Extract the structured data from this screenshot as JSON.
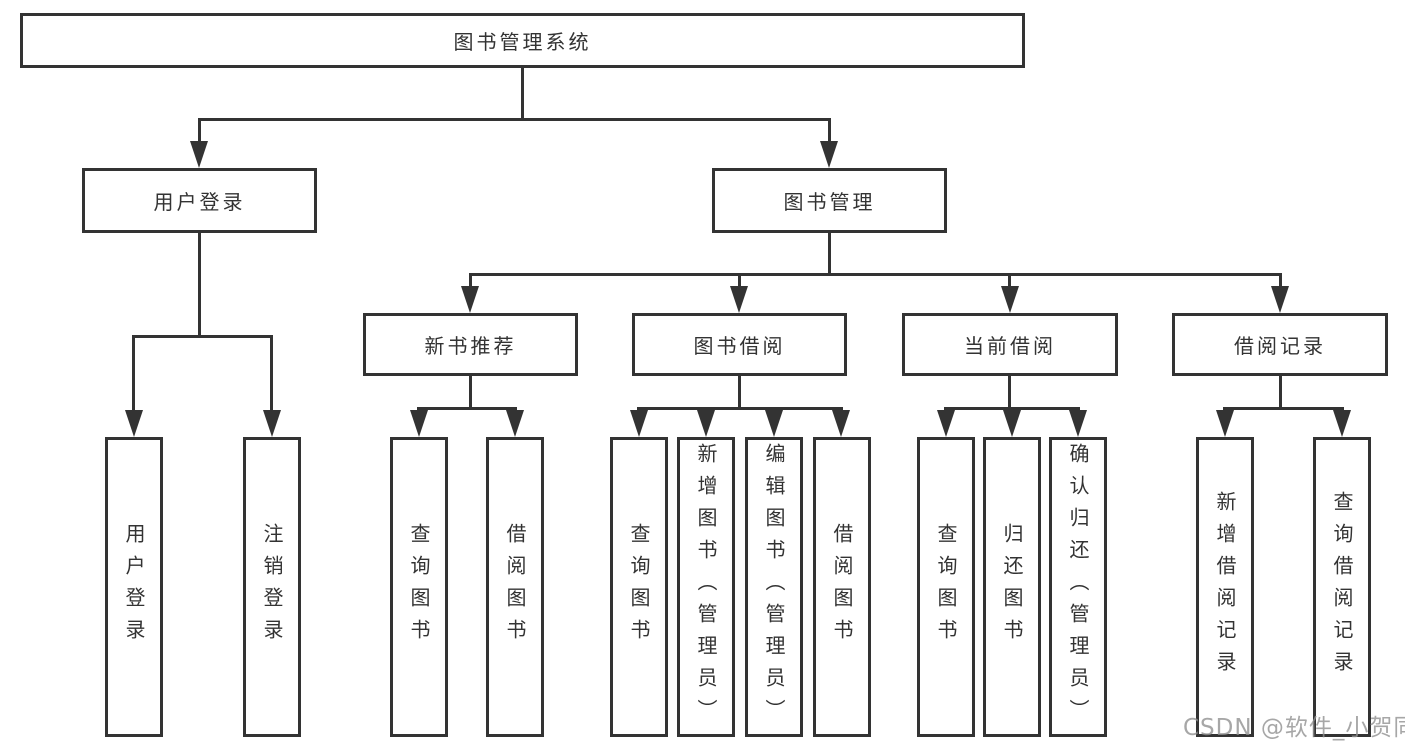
{
  "watermark": {
    "text": "CSDN @软件_小贺同学"
  },
  "colors": {
    "line": "#333333",
    "text": "#333333",
    "background": "#ffffff",
    "watermark": "#919191"
  },
  "tree": {
    "root": {
      "label": "图书管理系统"
    },
    "branches": [
      {
        "label": "用户登录",
        "children": [
          {
            "label": "用户登录"
          },
          {
            "label": "注销登录"
          }
        ]
      },
      {
        "label": "图书管理",
        "children": [
          {
            "label": "新书推荐",
            "children": [
              {
                "label": "查询图书"
              },
              {
                "label": "借阅图书"
              }
            ]
          },
          {
            "label": "图书借阅",
            "children": [
              {
                "label": "查询图书"
              },
              {
                "label": "新增图书（管理员）"
              },
              {
                "label": "编辑图书（管理员）"
              },
              {
                "label": "借阅图书"
              }
            ]
          },
          {
            "label": "当前借阅",
            "children": [
              {
                "label": "查询图书"
              },
              {
                "label": "归还图书"
              },
              {
                "label": "确认归还（管理员）"
              }
            ]
          },
          {
            "label": "借阅记录",
            "children": [
              {
                "label": "新增借阅记录"
              },
              {
                "label": "查询借阅记录"
              }
            ]
          }
        ]
      }
    ]
  }
}
